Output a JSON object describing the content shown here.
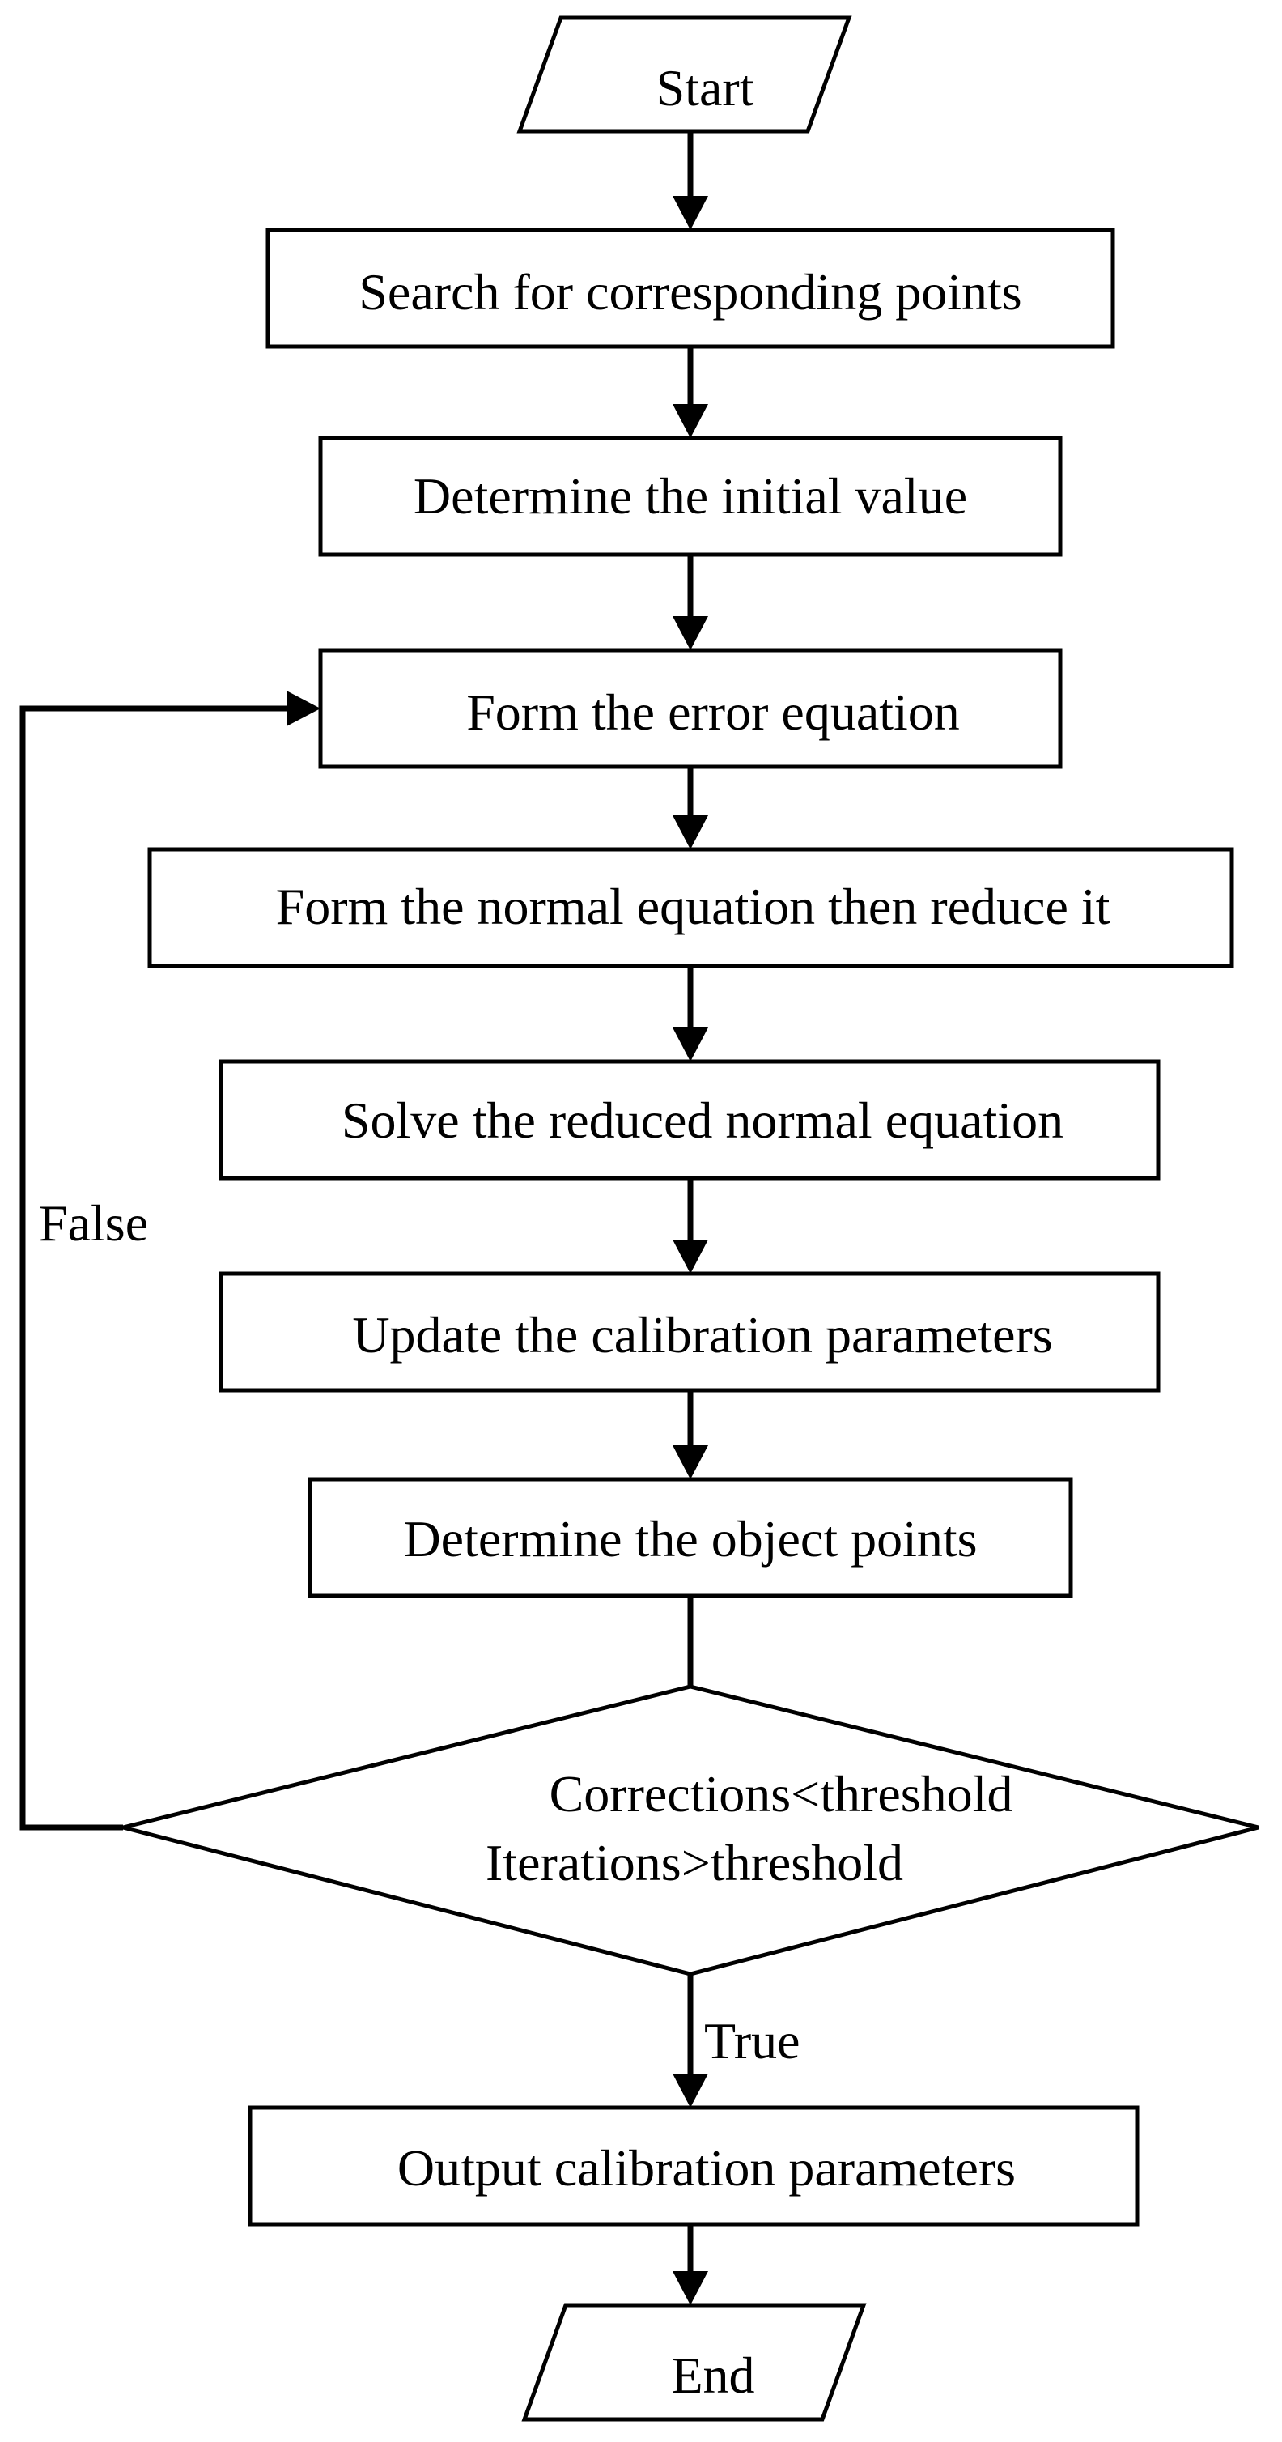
{
  "diagram": {
    "start": "Start",
    "end": "End",
    "steps": {
      "search": "Search for corresponding points",
      "initial": "Determine the initial value",
      "error_eq": "Form the error equation",
      "normal_eq": "Form the normal equation then reduce it",
      "solve": "Solve the reduced normal equation",
      "update": "Update the calibration parameters",
      "object_points": "Determine the object points",
      "output": "Output calibration parameters"
    },
    "decision": {
      "line1": "Corrections<threshold",
      "line2": "Iterations>threshold"
    },
    "edge_labels": {
      "true": "True",
      "false": "False"
    }
  }
}
